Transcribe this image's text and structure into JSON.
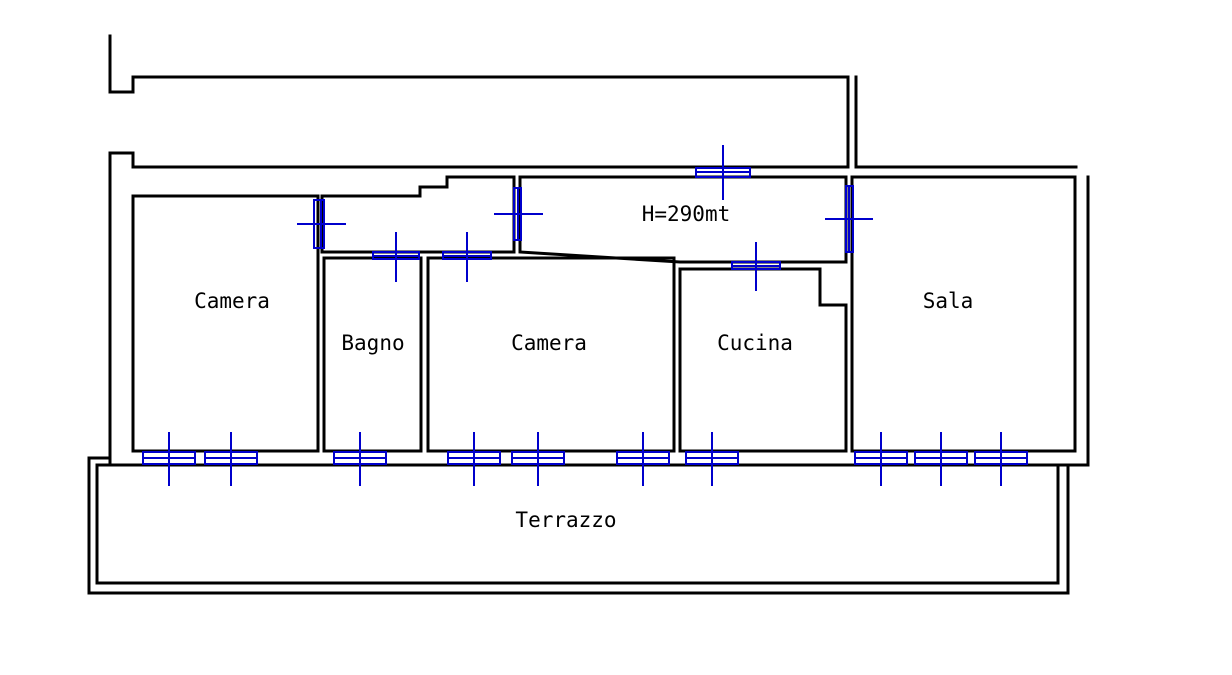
{
  "plan": {
    "height_note": "H=290mt",
    "rooms": {
      "camera_left": "Camera",
      "bagno": "Bagno",
      "camera_center": "Camera",
      "cucina": "Cucina",
      "sala": "Sala",
      "terrazzo": "Terrazzo"
    },
    "colors": {
      "walls": "#000000",
      "openings": "#0000cc",
      "background": "#ffffff"
    }
  }
}
